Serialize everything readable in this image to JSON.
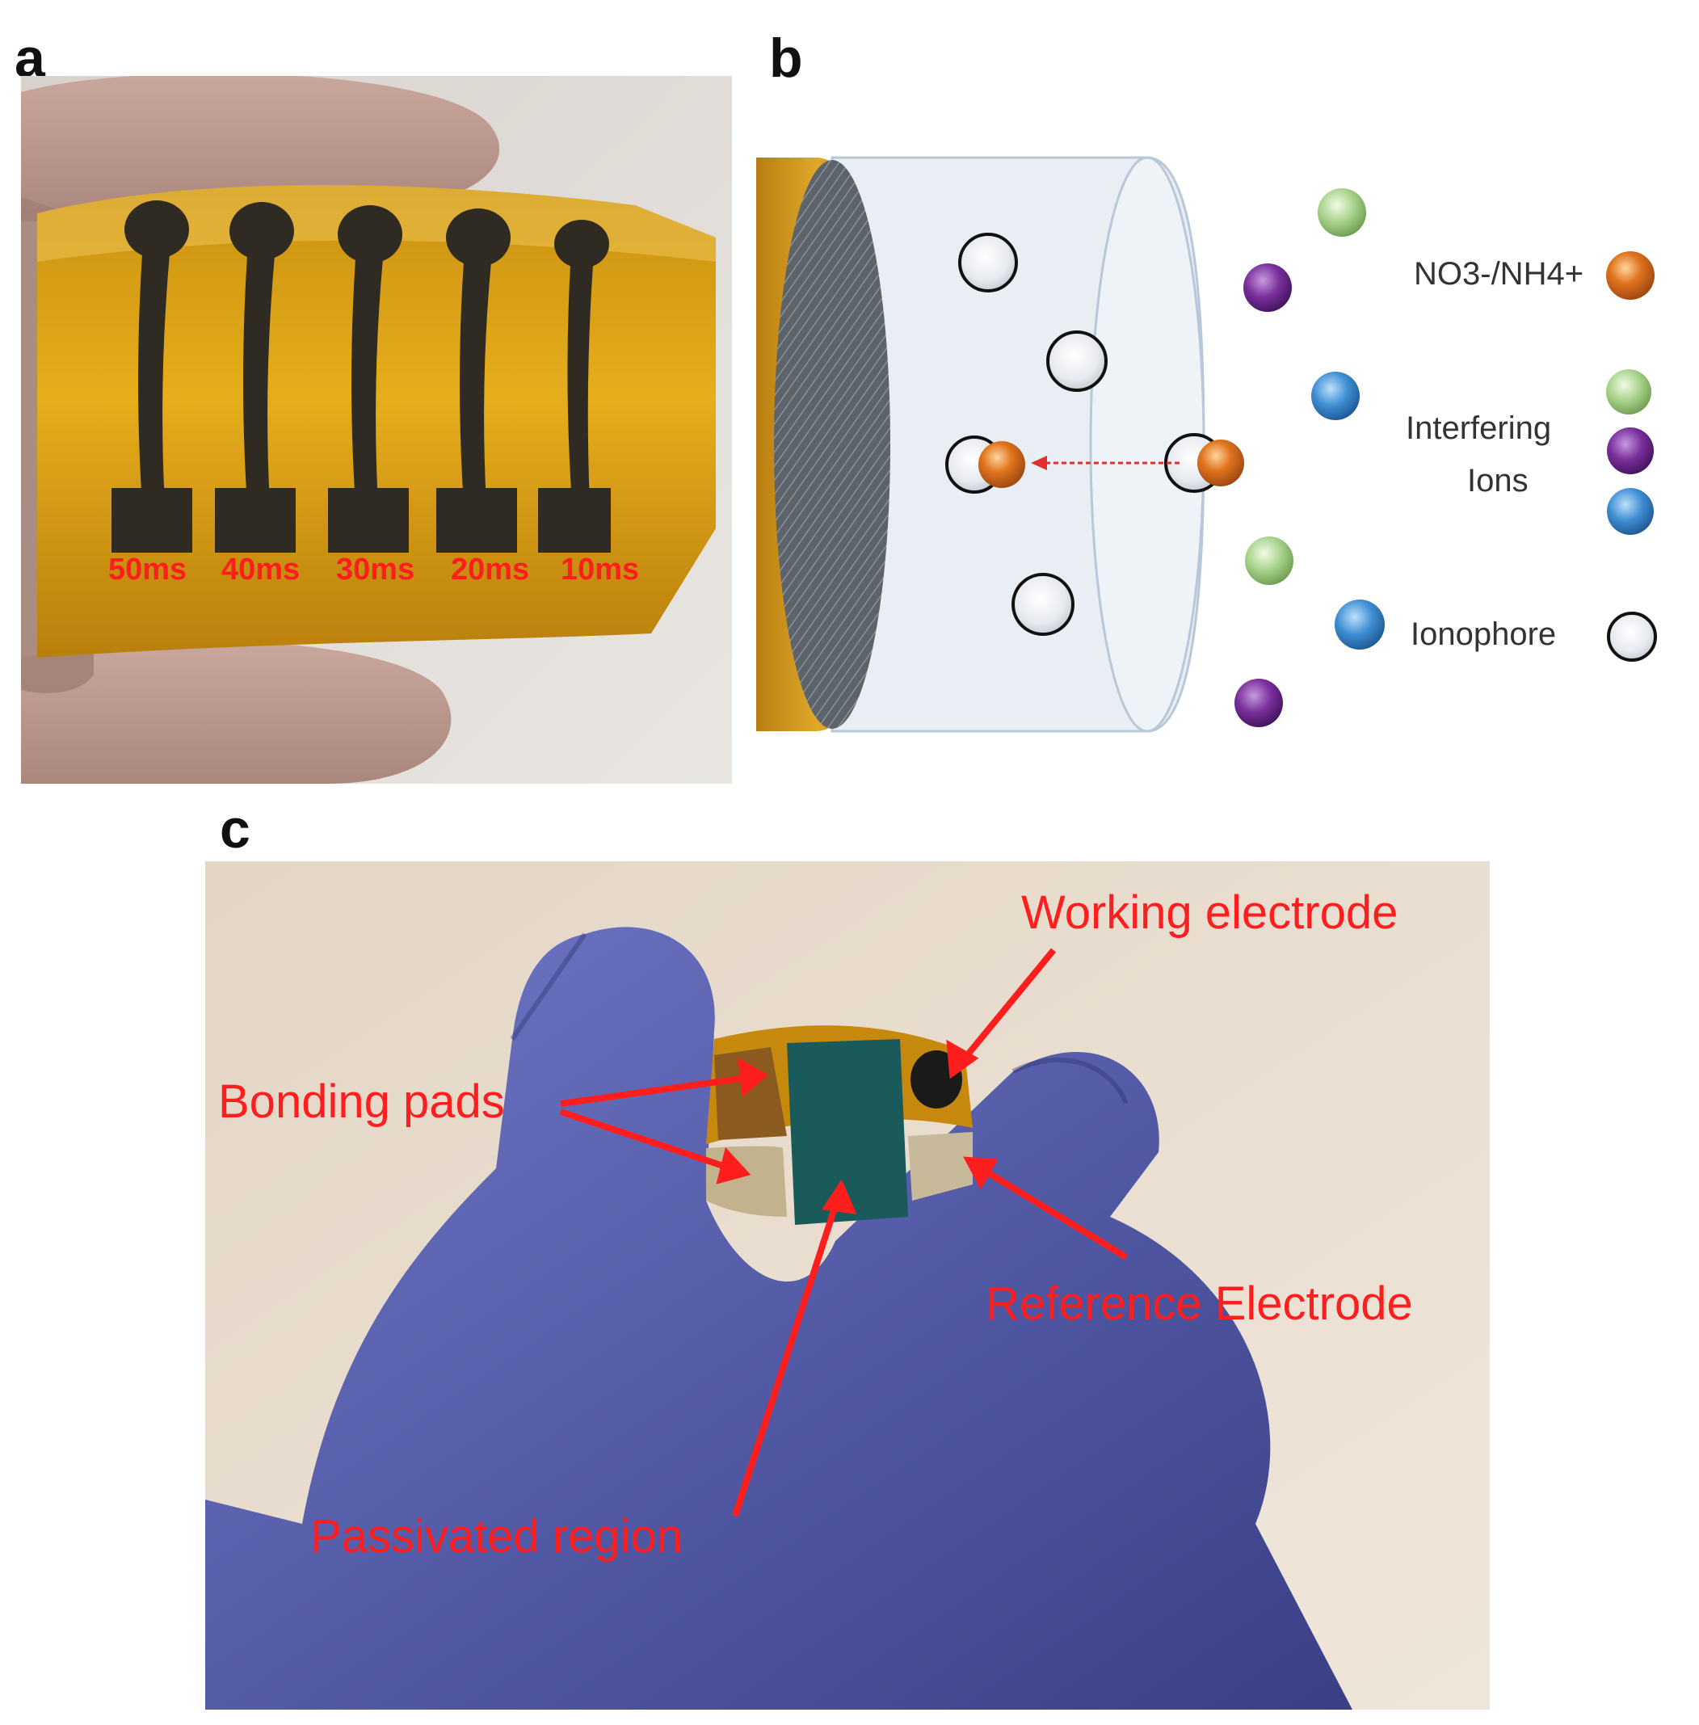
{
  "figure": {
    "panel_a": {
      "letter": "a",
      "electrode_labels": [
        "50ms",
        "40ms",
        "30ms",
        "20ms",
        "10ms"
      ]
    },
    "panel_b": {
      "letter": "b",
      "legend": {
        "target_ion": "NO3-/NH4+",
        "interfering_line1": "Interfering",
        "interfering_line2": "Ions",
        "ionophore": "Ionophore"
      }
    },
    "panel_c": {
      "letter": "c",
      "labels": {
        "working_electrode": "Working electrode",
        "bonding_pads": "Bonding pads",
        "reference_electrode": "Reference Electrode",
        "passivated_region": "Passivated region"
      }
    },
    "colors": {
      "kapton": "#e2a414",
      "label_red": "#ff1e1e",
      "glove": "#5b64b4",
      "target_ion": "#e0741e",
      "ion_green": "#a9d38c",
      "ion_purple": "#7a2f9c",
      "ion_blue": "#3f8fd4"
    }
  }
}
